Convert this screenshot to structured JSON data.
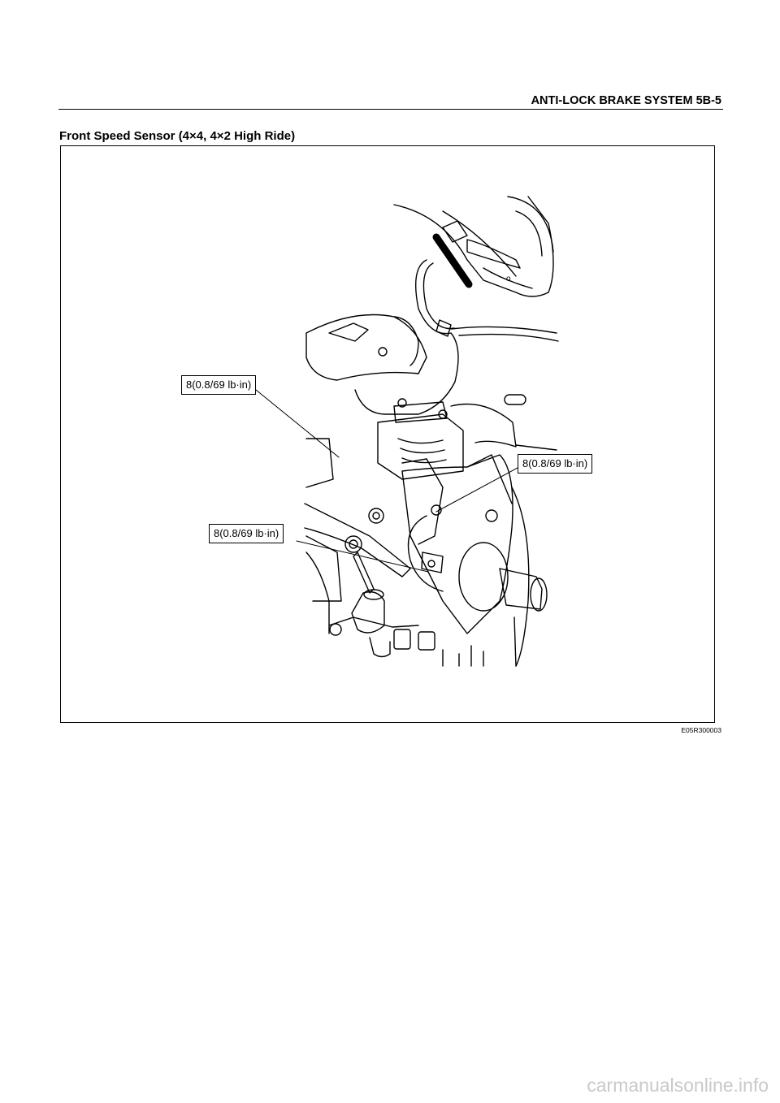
{
  "header": {
    "title": "ANTI-LOCK BRAKE SYSTEM  5B-5"
  },
  "section": {
    "title": "Front Speed Sensor (4×4, 4×2 High Ride)"
  },
  "figure": {
    "callouts": [
      "8(0.8/69 lb·in)",
      "8(0.8/69 lb·in)",
      "8(0.8/69 lb·in)"
    ],
    "code": "E05R300003"
  },
  "watermark": "carmanualsonline.info"
}
